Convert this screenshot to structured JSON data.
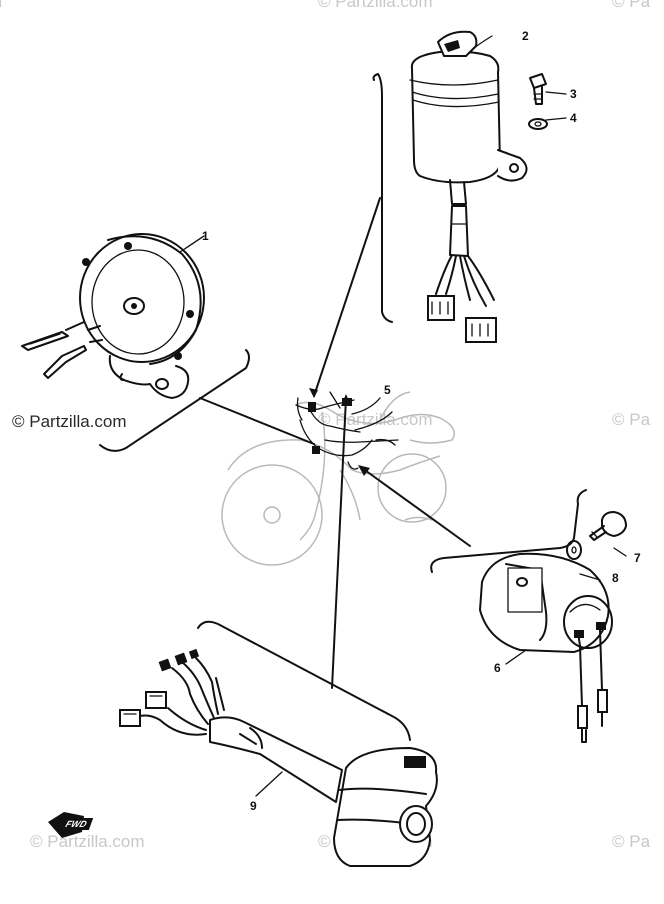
{
  "watermarks": {
    "main": "© Partzilla.com",
    "faint": "© Partzilla.com",
    "faint_cut_right": "© Pa",
    "faint_cut_left": "com"
  },
  "badge": {
    "fwd": "FWD"
  },
  "callouts": [
    "1",
    "2",
    "3",
    "4",
    "5",
    "6",
    "7",
    "8",
    "9"
  ]
}
